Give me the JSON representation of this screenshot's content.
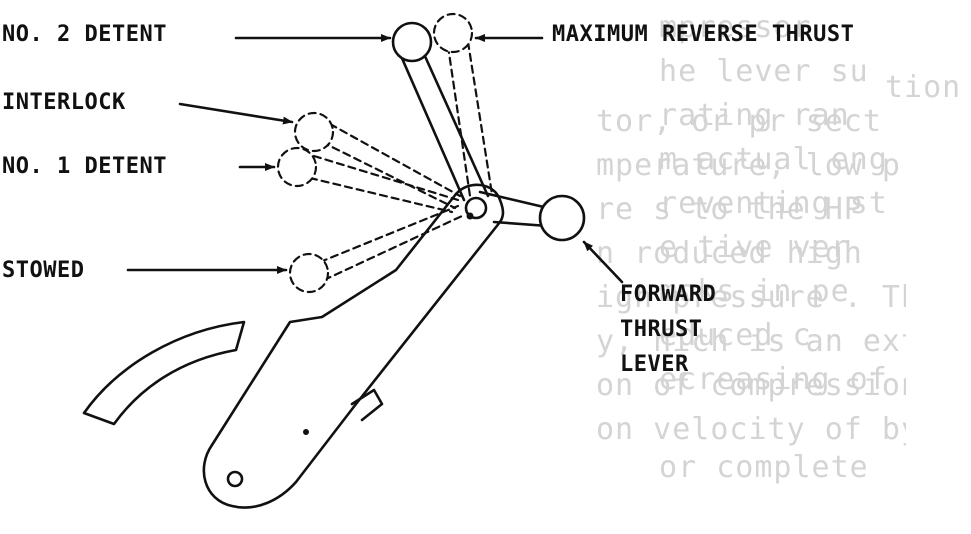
{
  "labels": {
    "no2_detent": "NO. 2 DETENT",
    "max_reverse": "MAXIMUM REVERSE THRUST",
    "interlock": "INTERLOCK",
    "no1_detent": "NO. 1 DETENT",
    "stowed": "STOWED",
    "forward_line1": "FORWARD",
    "forward_line2": "THRUST",
    "forward_line3": "LEVER"
  },
  "background_text": {
    "top_left": "tion",
    "left_column": [
      "tor, or pr     sect",
      "mperature, low pressure",
      "re s  to the HP",
      "n         roduced high",
      "igh  pressure  . The",
      "y,   hich is an extension",
      "on   of compression,",
      "on  velocity of bypass"
    ],
    "right_column": [
      "ompressor",
      "the lever su",
      "erating ran",
      "om  actual eng",
      "preventing st",
      "ve  tive   ver",
      "nmoks in pe",
      "reduced  c",
      "decreasing of",
      "",
      "For  complete"
    ]
  },
  "colors": {
    "ink": "#111111",
    "ghost_text": "#d4d4d4",
    "background": "#ffffff"
  }
}
